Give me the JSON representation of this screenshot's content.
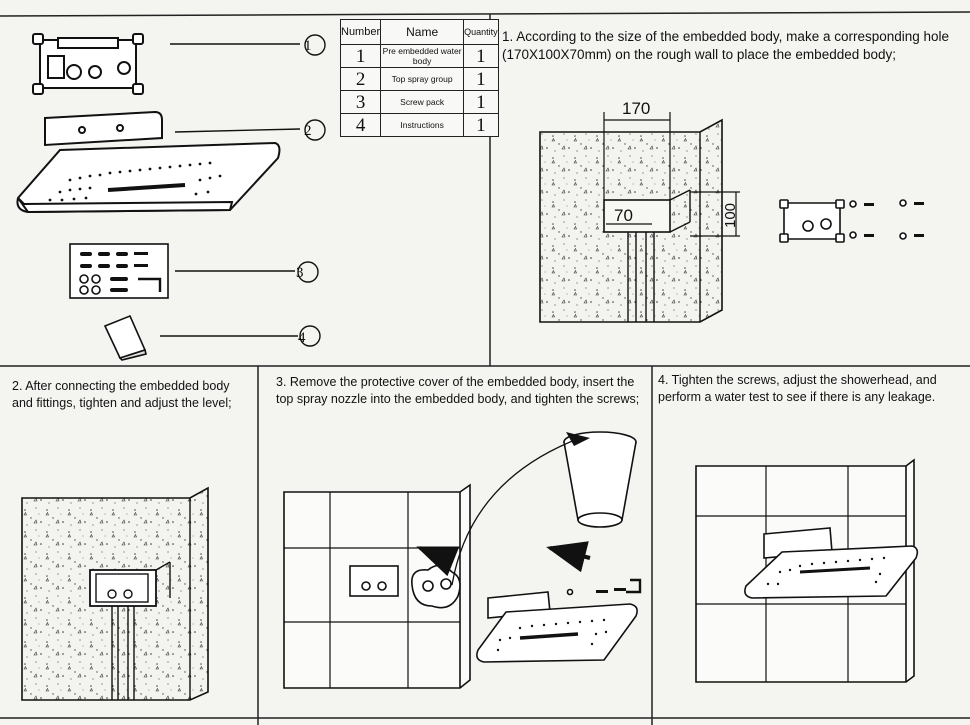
{
  "parts_table": {
    "headers": {
      "number": "Number",
      "name": "Name",
      "quantity": "Quantity"
    },
    "rows": [
      {
        "number": "1",
        "name": "Pre embedded water body",
        "quantity": "1"
      },
      {
        "number": "2",
        "name": "Top spray group",
        "quantity": "1"
      },
      {
        "number": "3",
        "name": "Screw pack",
        "quantity": "1"
      },
      {
        "number": "4",
        "name": "Instructions",
        "quantity": "1"
      }
    ]
  },
  "callouts": [
    "1",
    "2",
    "3",
    "4"
  ],
  "steps": {
    "step1": "1. According to the size of the embedded body, make a corresponding hole (170X100X70mm) on the rough wall to place the embedded body;",
    "step2": "2. After connecting the embedded body and fittings, tighten and adjust the level;",
    "step3": "3. Remove the protective cover of the embedded body, insert the top spray nozzle into the embedded body, and tighten the screws;",
    "step4": "4. Tighten the screws, adjust the showerhead, and perform a water test to see if there is any leakage."
  },
  "dimensions": {
    "width": "170",
    "depth": "70",
    "height": "100"
  }
}
